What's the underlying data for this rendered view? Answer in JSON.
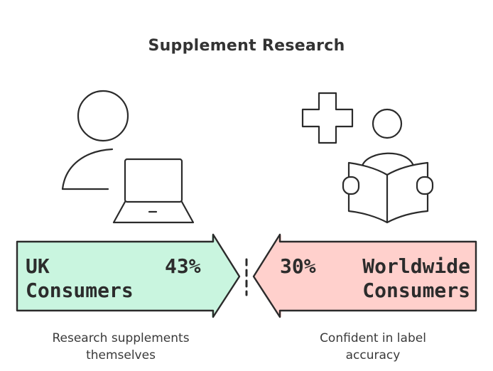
{
  "title": "Supplement Research",
  "left": {
    "label_line1": "UK",
    "label_line2": "Consumers",
    "percent": "43%",
    "caption_line1": "Research supplements",
    "caption_line2": "themselves",
    "fill_color": "#c9f5df"
  },
  "right": {
    "label_line1": "Worldwide",
    "label_line2": "Consumers",
    "percent": "30%",
    "caption_line1": "Confident in label",
    "caption_line2": "accuracy",
    "fill_color": "#ffd0cc"
  },
  "icons": {
    "left": "person-with-laptop-icon",
    "right": "person-reading-book-icon",
    "plus": "medical-plus-icon"
  }
}
